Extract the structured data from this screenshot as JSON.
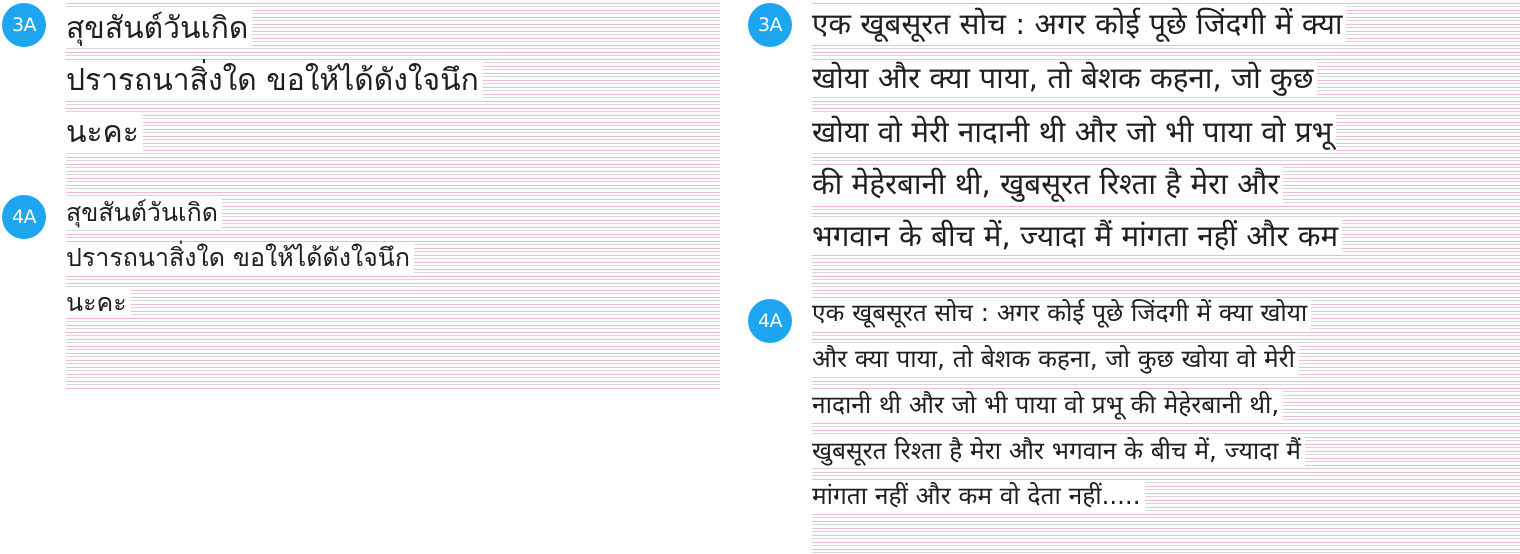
{
  "thai": {
    "sample_3a": {
      "badge": "3A",
      "lines": [
        "สุขสันต์วันเกิด",
        "ปรารถนาสิ่งใด ขอให้ได้ดังใจนึก",
        "นะคะ"
      ]
    },
    "sample_4a": {
      "badge": "4A",
      "lines": [
        "สุขสันต์วันเกิด",
        "ปรารถนาสิ่งใด ขอให้ได้ดังใจนึก",
        "นะคะ"
      ]
    }
  },
  "hindi": {
    "sample_3a": {
      "badge": "3A",
      "lines": [
        "एक खूबसूरत सोच : अगर कोई पूछे जिंदगी में क्या",
        "खोया और क्या पाया, तो बेशक कहना, जो कुछ",
        "खोया वो मेरी नादानी थी और जो भी पाया वो प्रभू",
        "की मेहेरबानी थी, खुबसूरत रिश्ता है मेरा और",
        "भगवान के बीच में, ज्यादा मैं मांगता नहीं और कम"
      ]
    },
    "sample_4a": {
      "badge": "4A",
      "lines": [
        "एक खूबसूरत सोच : अगर कोई पूछे जिंदगी में क्या खोया",
        "और क्या पाया, तो बेशक कहना, जो कुछ खोया वो मेरी",
        "नादानी थी और जो भी पाया वो प्रभू की मेहेरबानी थी,",
        "खुबसूरत रिश्ता है मेरा और भगवान के बीच में, ज्यादा मैं",
        "मांगता नहीं और कम वो देता नहीं....."
      ]
    }
  },
  "colors": {
    "badge": "#1da6ef",
    "guide_pink": "#f2b8d3",
    "guide_gray": "#d8d8d8",
    "text": "#1f1f1f"
  }
}
